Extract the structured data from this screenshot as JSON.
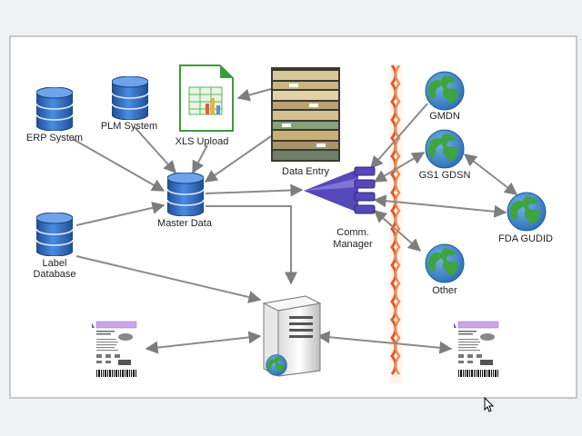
{
  "nodes": {
    "erp": {
      "label": "ERP  System"
    },
    "plm": {
      "label": "PLM System"
    },
    "xls": {
      "label": "XLS Upload"
    },
    "data_entry": {
      "label": "Data Entry"
    },
    "master": {
      "label": "Master Data"
    },
    "label_db": {
      "line1": "Label",
      "line2": "Database"
    },
    "comm": {
      "line1": "Comm.",
      "line2": "Manager"
    },
    "gmdn": {
      "label": "GMDN"
    },
    "gs1": {
      "label": "GS1 GDSN"
    },
    "fda": {
      "label": "FDA GUDID"
    },
    "other": {
      "label": "Other"
    }
  },
  "colors": {
    "frame_border": "#9a9a9a",
    "canvas_bg": "#ffffff",
    "db_blue": "#2f6fc4",
    "db_dark": "#1f4f96",
    "arrow": "#8a8a8a",
    "firewall": "#e8552b",
    "comm_purple": "#5548b8",
    "globe_ocean": "#3b82c9",
    "globe_land": "#3ea43e"
  },
  "icons": {
    "database": "database-icon",
    "spreadsheet": "spreadsheet-icon",
    "file_cabinet": "file-cabinet-icon",
    "globe": "globe-icon",
    "server": "server-icon",
    "firewall": "firewall-icon",
    "label_sheet": "label-sheet-icon",
    "cursor": "mouse-cursor-icon"
  }
}
